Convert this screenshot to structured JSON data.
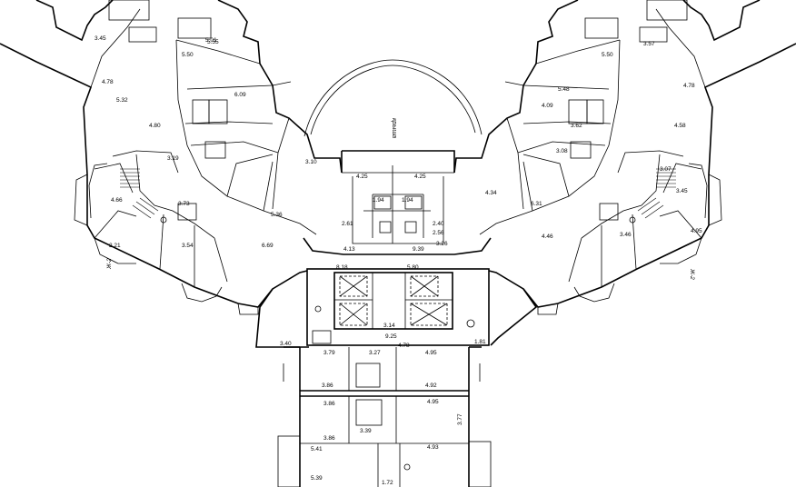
{
  "plan": {
    "roof_label": "крыша",
    "axis_left": "Ж-2",
    "axis_right": "Ж-2",
    "center_dims": {
      "d_425_left": "4.25",
      "d_425_right": "4.25",
      "d_194_a": "1.94",
      "d_194_b": "1.94",
      "d_261": "2.61",
      "d_240": "2.40",
      "d_256": "2.56",
      "d_413": "4.13",
      "d_939": "9.39",
      "d_326": "3.26",
      "d_818": "8.18",
      "d_580": "5.80",
      "d_314": "3.14",
      "d_925": "9.25",
      "d_340": "3.40",
      "d_379": "3.79",
      "d_327": "3.27",
      "d_478": "4.78",
      "d_495a": "4.95",
      "d_386a": "3.86",
      "d_495b": "4.95",
      "d_386b": "3.86",
      "d_339": "3.39",
      "d_492a": "4.92",
      "d_386c": "3.86",
      "d_541": "5.41",
      "d_493": "4.93",
      "d_539": "5.39",
      "d_172": "1.72",
      "d_377": "3.77"
    },
    "left_dims": {
      "d_555": "5.55",
      "d_550": "5.50",
      "d_609": "6.09",
      "d_536": "5.36",
      "d_480": "4.80",
      "d_373": "3.73",
      "d_669": "6.69",
      "d_354": "3.54",
      "d_466": "4.66",
      "d_345": "3.45",
      "d_319": "3.19",
      "d_221": "2.21",
      "d_310": "3.10",
      "d_501": "5.01",
      "d_478": "4.78",
      "d_532": "5.32"
    },
    "right_dims": {
      "d_357": "3.57",
      "d_550": "5.50",
      "d_548": "5.48",
      "d_409": "4.09",
      "d_362": "3.62",
      "d_308": "3.08",
      "d_434": "4.34",
      "d_458": "4.58",
      "d_478": "4.78",
      "d_446": "4.46",
      "d_631": "6.31",
      "d_345": "3.45",
      "d_307": "3.07",
      "d_495": "4.95",
      "d_346": "3.46",
      "d_181": "1.81"
    }
  }
}
